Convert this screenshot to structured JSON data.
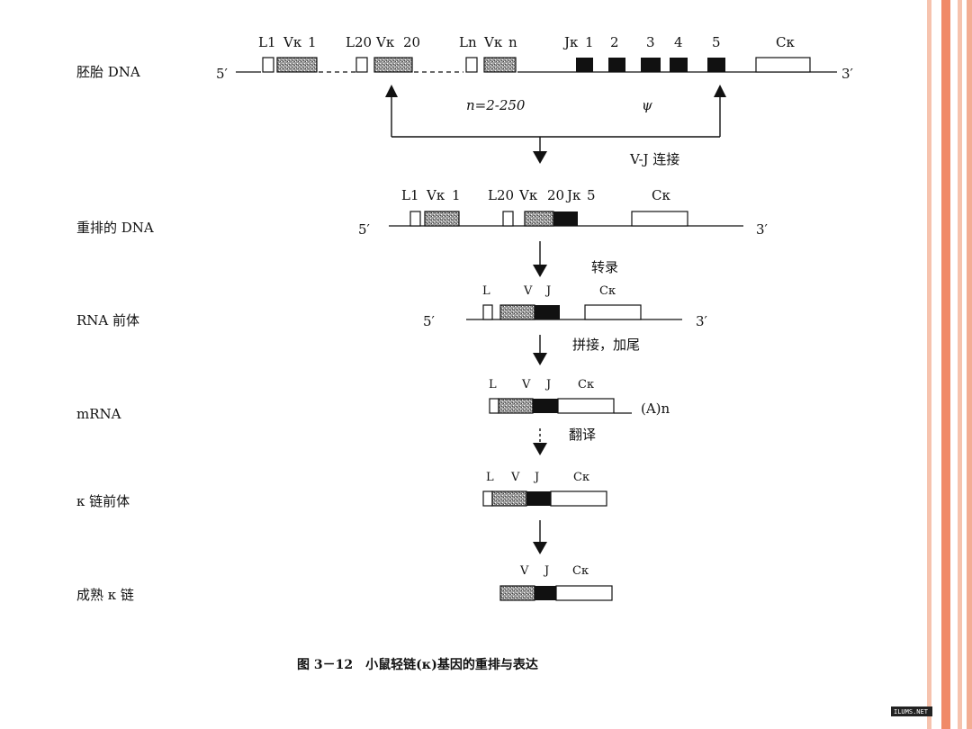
{
  "rows": {
    "germline": "胚胎 DNA",
    "rearranged": "重排的 DNA",
    "rna_precursor": "RNA 前体",
    "mrna": "mRNA",
    "kappa_precursor": "κ 链前体",
    "mature_kappa": "成熟 κ 链"
  },
  "germline": {
    "l1": "L1",
    "v1": "Vκ",
    "v1n": "1",
    "l20": "L20",
    "v20": "Vκ",
    "v20n": "20",
    "ln": "Ln",
    "vn": "Vκ",
    "vnn": "n",
    "j": "Jκ",
    "j1": "1",
    "j2": "2",
    "j3": "3",
    "j4": "4",
    "j5": "5",
    "c": "Cκ",
    "n_range": "n=2-250",
    "psi": "ψ"
  },
  "rearranged": {
    "l1": "L1",
    "v1": "Vκ",
    "v1n": "1",
    "l20": "L20",
    "v20": "Vκ",
    "v20n": "20",
    "j": "Jκ",
    "jn": "5",
    "c": "Cκ"
  },
  "rna": {
    "l": "L",
    "v": "V",
    "j": "J",
    "c": "Cκ"
  },
  "mrna": {
    "l": "L",
    "v": "V",
    "j": "J",
    "c": "Cκ",
    "tail": "(A)n"
  },
  "kprec": {
    "l": "L",
    "v": "V",
    "j": "J",
    "c": "Cκ"
  },
  "mature": {
    "v": "V",
    "j": "J",
    "c": "Cκ"
  },
  "ends": {
    "five": "5′",
    "three": "3′"
  },
  "steps": {
    "vj": "V-J 连接",
    "transcription": "转录",
    "splicing": "拼接，加尾",
    "translation": "翻译"
  },
  "caption": "图 3－12　小鼠轻链(κ)基因的重排与表达",
  "watermark": "ILUMS.NET"
}
